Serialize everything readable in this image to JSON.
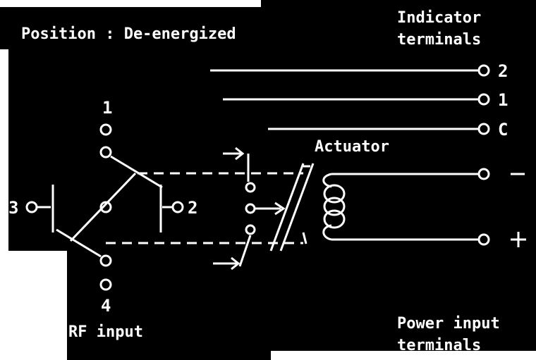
{
  "diagram": {
    "position_label": "Position : De-energized",
    "indicator_title": [
      "Indicator",
      "terminals"
    ],
    "power_title": [
      "Power input",
      "terminals"
    ],
    "actuator_label": "Actuator",
    "rf_input_label": "RF input",
    "rf_ports": [
      "1",
      "2",
      "3",
      "4"
    ],
    "indicator_terminals": [
      "2",
      "1",
      "C"
    ],
    "power_terminals": [
      "−",
      "+"
    ],
    "colors": {
      "background": "#000000",
      "line": "#ffffff",
      "page": "#ffffff"
    }
  }
}
